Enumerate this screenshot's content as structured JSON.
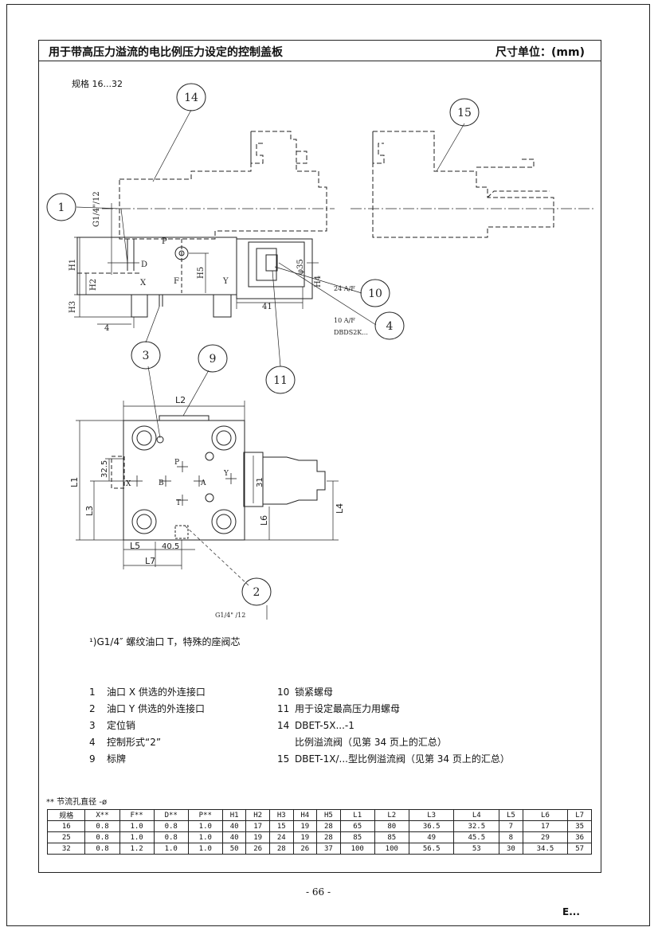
{
  "header": {
    "title": "用于带高压力溢流的电比例压力设定的控制盖板",
    "unit": "尺寸单位：(mm)"
  },
  "spec_label": "规格 16...32",
  "drawing": {
    "callouts": [
      "14",
      "15",
      "1",
      "10",
      "4",
      "11",
      "3",
      "9",
      "2"
    ],
    "dim_labels": {
      "g14_12": "G1/4\"/12",
      "h1": "H1",
      "h2": "H2",
      "h3": "H3",
      "h4": "H4",
      "h5": "H5",
      "d": "D",
      "x": "X",
      "p": "P",
      "f": "F",
      "y": "Y",
      "d4": "4",
      "d41": "41",
      "d35": "φ35",
      "af24": "24 A/F",
      "af10": "10 A/F",
      "dbds": "DBDS2K...",
      "l1": "L1",
      "l2": "L2",
      "l3": "L3",
      "l4": "L4",
      "l5": "L5",
      "l6": "L6",
      "l7": "L7",
      "d325": "32.5",
      "d405": "40.5",
      "d31": "31",
      "pv_p": "P",
      "pv_t": "T",
      "pv_x": "X",
      "pv_y": "Y",
      "pv_a": "A",
      "pv_b": "B",
      "g14_12b": "G1/4\" /12"
    }
  },
  "footnote": "¹)G1/4″ 螺纹油口 T，特殊的座阀芯",
  "legend_left": [
    {
      "num": "1",
      "text": "油口 X 供选的外连接口"
    },
    {
      "num": "2",
      "text": "油口 Y 供选的外连接口"
    },
    {
      "num": "3",
      "text": "定位销"
    },
    {
      "num": "4",
      "text": "控制形式“2”"
    },
    {
      "num": "9",
      "text": "标牌"
    }
  ],
  "legend_right": [
    {
      "num": "10",
      "text": "锁紧螺母"
    },
    {
      "num": "11",
      "text": "用于设定最高压力用螺母"
    },
    {
      "num": "14",
      "text": "DBET-5X...-1"
    },
    {
      "num": "",
      "text": "比例溢流阀（见第 34 页上的汇总）"
    },
    {
      "num": "15",
      "text": "DBET-1X/...型比例溢流阀（见第 34 页上的汇总）"
    }
  ],
  "table_note": "** 节流孔直径 -ø",
  "table": {
    "headers": [
      "规格",
      "X**",
      "F**",
      "D**",
      "P**",
      "H1",
      "H2",
      "H3",
      "H4",
      "H5",
      "L1",
      "L2",
      "L3",
      "L4",
      "L5",
      "L6",
      "L7"
    ],
    "rows": [
      [
        "16",
        "0.8",
        "1.0",
        "0.8",
        "1.0",
        "40",
        "17",
        "15",
        "19",
        "28",
        "65",
        "80",
        "36.5",
        "32.5",
        "7",
        "17",
        "35"
      ],
      [
        "25",
        "0.8",
        "1.0",
        "0.8",
        "1.0",
        "40",
        "19",
        "24",
        "19",
        "28",
        "85",
        "85",
        "49",
        "45.5",
        "8",
        "29",
        "36"
      ],
      [
        "32",
        "0.8",
        "1.2",
        "1.0",
        "1.0",
        "50",
        "26",
        "28",
        "26",
        "37",
        "100",
        "100",
        "56.5",
        "53",
        "30",
        "34.5",
        "57"
      ]
    ]
  },
  "page_number": "- 66 -",
  "brand": "E..."
}
